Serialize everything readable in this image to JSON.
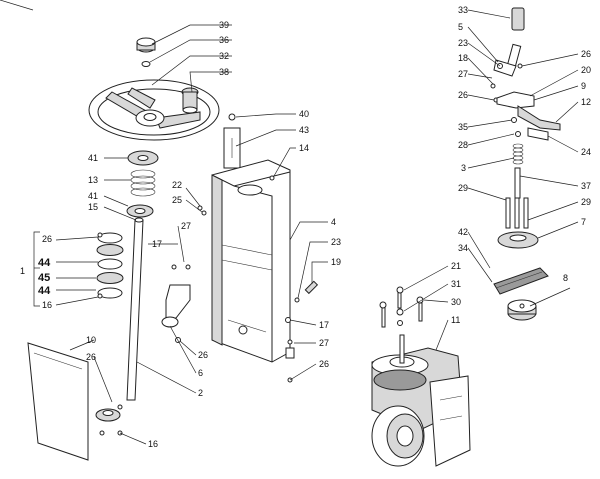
{
  "callouts": [
    {
      "id": "c39a",
      "text": "39"
    },
    {
      "id": "c36",
      "text": "36"
    },
    {
      "id": "c32",
      "text": "32"
    },
    {
      "id": "c38",
      "text": "38"
    },
    {
      "id": "c40",
      "text": "40"
    },
    {
      "id": "c43",
      "text": "43"
    },
    {
      "id": "c14",
      "text": "14"
    },
    {
      "id": "c41a",
      "text": "41"
    },
    {
      "id": "c13",
      "text": "13"
    },
    {
      "id": "c41b",
      "text": "41"
    },
    {
      "id": "c15",
      "text": "15"
    },
    {
      "id": "c22",
      "text": "22"
    },
    {
      "id": "c25",
      "text": "25"
    },
    {
      "id": "c4",
      "text": "4"
    },
    {
      "id": "c26a",
      "text": "26"
    },
    {
      "id": "c44a",
      "text": "44"
    },
    {
      "id": "c45",
      "text": "45"
    },
    {
      "id": "c44b",
      "text": "44"
    },
    {
      "id": "c16a",
      "text": "16"
    },
    {
      "id": "c1",
      "text": "1"
    },
    {
      "id": "c17a",
      "text": "17"
    },
    {
      "id": "c27a",
      "text": "27"
    },
    {
      "id": "c23a",
      "text": "23"
    },
    {
      "id": "c19",
      "text": "19"
    },
    {
      "id": "c17b",
      "text": "17"
    },
    {
      "id": "c27b",
      "text": "27"
    },
    {
      "id": "c26b",
      "text": "26"
    },
    {
      "id": "c6",
      "text": "6"
    },
    {
      "id": "c26c",
      "text": "26"
    },
    {
      "id": "c10",
      "text": "10"
    },
    {
      "id": "c26d",
      "text": "26"
    },
    {
      "id": "c2",
      "text": "2"
    },
    {
      "id": "c16b",
      "text": "16"
    },
    {
      "id": "c33",
      "text": "33"
    },
    {
      "id": "c5",
      "text": "5"
    },
    {
      "id": "c23b",
      "text": "23"
    },
    {
      "id": "c26e",
      "text": "26"
    },
    {
      "id": "c18",
      "text": "18"
    },
    {
      "id": "c20",
      "text": "20"
    },
    {
      "id": "c27c",
      "text": "27"
    },
    {
      "id": "c9",
      "text": "9"
    },
    {
      "id": "c26f",
      "text": "26"
    },
    {
      "id": "c12",
      "text": "12"
    },
    {
      "id": "c35",
      "text": "35"
    },
    {
      "id": "c28",
      "text": "28"
    },
    {
      "id": "c24",
      "text": "24"
    },
    {
      "id": "c3",
      "text": "3"
    },
    {
      "id": "c37",
      "text": "37"
    },
    {
      "id": "c29a",
      "text": "29"
    },
    {
      "id": "c29b",
      "text": "29"
    },
    {
      "id": "c7",
      "text": "7"
    },
    {
      "id": "c42",
      "text": "42"
    },
    {
      "id": "c34",
      "text": "34"
    },
    {
      "id": "c21",
      "text": "21"
    },
    {
      "id": "c8",
      "text": "8"
    },
    {
      "id": "c31",
      "text": "31"
    },
    {
      "id": "c30",
      "text": "30"
    },
    {
      "id": "c11",
      "text": "11"
    }
  ]
}
